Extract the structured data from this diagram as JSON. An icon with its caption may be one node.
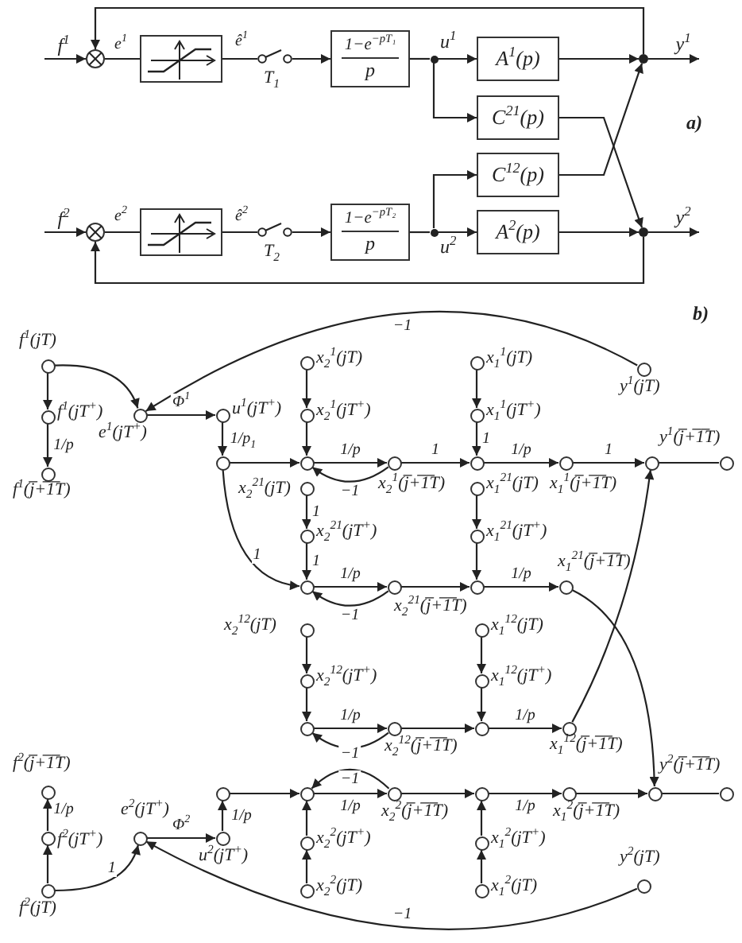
{
  "diagram": {
    "nodes": [
      {
        "text": [],
        "shape": "circle"
      },
      {
        "text": [],
        "shape": "box"
      },
      {
        "text": [
          "T$_{1}$"
        ]
      },
      {
        "text": [
          "1−e$^{−pT₁}$",
          "p"
        ]
      },
      {
        "text": [],
        "shape": "circle",
        "beside": [
          "u$^{1}$"
        ]
      },
      {
        "text": [
          "A$^{1}$(p)"
        ]
      },
      {
        "text": [
          "C$^{21}$(p)"
        ]
      },
      {
        "text": [],
        "shape": "circle"
      },
      {
        "text": [],
        "shape": "circle"
      },
      {
        "text": [],
        "shape": "box"
      },
      {
        "text": [
          "T$_{2}$"
        ]
      },
      {
        "text": [
          "1−e$^{−pT₂}$",
          "p"
        ]
      },
      {
        "text": [],
        "shape": "circle",
        "beside": [
          "u$^{2}$"
        ]
      },
      {
        "text": [
          "C$^{12}$(p)"
        ]
      },
      {
        "text": [
          "A$^{2}$(p)"
        ]
      },
      {
        "text": [],
        "shape": "circle"
      },
      {
        "text": [],
        "shape": "circle",
        "beside": [
          "f$^{1}$(jT)"
        ]
      },
      {
        "text": [],
        "shape": "circle",
        "beside": [
          "f$^{1}$(jT$^{+}$)"
        ]
      },
      {
        "text": [],
        "shape": "circle",
        "beside": [
          "f$^{1}$(j̅+̅1̅T)"
        ]
      },
      {
        "text": [],
        "shape": "circle",
        "beside": [
          "e$^{1}$(jT$^{+}$)"
        ]
      },
      {
        "text": [],
        "shape": "circle",
        "beside": [
          "u$^{1}$(jT$^{+}$)"
        ]
      },
      {
        "text": [],
        "shape": "circle"
      },
      {
        "text": [],
        "shape": "circle",
        "beside": [
          "x$_{2}$$^{1}$(jT)"
        ]
      },
      {
        "text": [],
        "shape": "circle",
        "beside": [
          "x$_{2}$$^{1}$(jT$^{+}$)"
        ]
      },
      {
        "text": [],
        "shape": "circle"
      },
      {
        "text": [],
        "shape": "circle",
        "beside": [
          "x$_{2}$$^{1}$(j̅+̅1̅T)"
        ]
      },
      {
        "text": [],
        "shape": "circle",
        "beside": [
          "x$_{1}$$^{1}$(jT)"
        ]
      },
      {
        "text": [],
        "shape": "circle",
        "beside": [
          "x$_{1}$$^{1}$(jT$^{+}$)"
        ]
      },
      {
        "text": [],
        "shape": "circle"
      },
      {
        "text": [],
        "shape": "circle",
        "beside": [
          "x$_{1}$$^{1}$(j̅+̅1̅T)"
        ]
      },
      {
        "text": [],
        "shape": "circle"
      },
      {
        "text": [],
        "shape": "circle",
        "beside": [
          "y$^{1}$(j̅+̅1̅T)"
        ]
      },
      {
        "text": [],
        "shape": "circle",
        "beside": [
          "y$^{1}$(jT)"
        ]
      },
      {
        "text": [],
        "shape": "circle",
        "beside": [
          "x$_{2}$$^{21}$(jT)"
        ]
      },
      {
        "text": [],
        "shape": "circle",
        "beside": [
          "x$_{2}$$^{21}$(jT$^{+}$)"
        ]
      },
      {
        "text": [],
        "shape": "circle"
      },
      {
        "text": [],
        "shape": "circle",
        "beside": [
          "x$_{2}$$^{21}$(j̅+̅1̅T)"
        ]
      },
      {
        "text": [],
        "shape": "circle",
        "beside": [
          "x$_{1}$$^{21}$(jT)"
        ]
      },
      {
        "text": [],
        "shape": "circle",
        "beside": [
          "x$_{1}$$^{21}$(jT$^{+}$)"
        ]
      },
      {
        "text": [],
        "shape": "circle"
      },
      {
        "text": [],
        "shape": "circle",
        "beside": [
          "x$_{1}$$^{21}$(j̅+̅1̅T)"
        ]
      },
      {
        "text": [],
        "shape": "circle",
        "beside": [
          "x$_{2}$$^{12}$(jT)"
        ]
      },
      {
        "text": [],
        "shape": "circle",
        "beside": [
          "x$_{2}$$^{12}$(jT$^{+}$)"
        ]
      },
      {
        "text": [],
        "shape": "circle"
      },
      {
        "text": [],
        "shape": "circle",
        "beside": [
          "x$_{2}$$^{12}$(j̅+̅1̅T)"
        ]
      },
      {
        "text": [],
        "shape": "circle",
        "beside": [
          "x$_{1}$$^{12}$(jT)"
        ]
      },
      {
        "text": [],
        "shape": "circle",
        "beside": [
          "x$_{1}$$^{12}$(jT$^{+}$)"
        ]
      },
      {
        "text": [],
        "shape": "circle"
      },
      {
        "text": [],
        "shape": "circle",
        "beside": [
          "x$_{1}$$^{12}$(j̅+̅1̅T)"
        ]
      },
      {
        "text": [],
        "shape": "circle",
        "beside": [
          "f$^{2}$(jT)"
        ]
      },
      {
        "text": [],
        "shape": "circle",
        "beside": [
          "f$^{2}$(jT$^{+}$)"
        ]
      },
      {
        "text": [],
        "shape": "circle",
        "beside": [
          "f$^{2}$(j̅+̅1̅T)"
        ]
      },
      {
        "text": [],
        "shape": "circle",
        "beside": [
          "e$^{2}$(jT$^{+}$)"
        ]
      },
      {
        "text": [],
        "shape": "circle",
        "beside": [
          "u$^{2}$(jT$^{+}$)"
        ]
      },
      {
        "text": [],
        "shape": "circle"
      },
      {
        "text": [],
        "shape": "circle"
      },
      {
        "text": [],
        "shape": "circle",
        "beside": [
          "x$_{2}$$^{2}$(jT$^{+}$)"
        ]
      },
      {
        "text": [],
        "shape": "circle",
        "beside": [
          "x$_{2}$$^{2}$(jT)"
        ]
      },
      {
        "text": [],
        "shape": "circle",
        "beside": [
          "x$_{2}$$^{2}$(j̅+̅1̅T)"
        ]
      },
      {
        "text": [],
        "shape": "circle"
      },
      {
        "text": [],
        "shape": "circle",
        "beside": [
          "x$_{1}$$^{2}$(jT$^{+}$)"
        ]
      },
      {
        "text": [],
        "shape": "circle",
        "beside": [
          "x$_{1}$$^{2}$(jT)"
        ]
      },
      {
        "text": [],
        "shape": "circle",
        "beside": [
          "x$_{1}$$^{2}$(j̅+̅1̅T)"
        ]
      },
      {
        "text": [],
        "shape": "circle"
      },
      {
        "text": [],
        "shape": "circle",
        "beside": [
          "y$^{2}$(j̅+̅1̅T)"
        ]
      },
      {
        "text": [],
        "shape": "circle",
        "beside": [
          "y$^{2}$(jT)"
        ]
      }
    ],
    "edges": [
      {
        "from": null,
        "to": 0,
        "arrow": "to",
        "label": "f$^{1}$"
      },
      {
        "from": 0,
        "to": 1,
        "arrow": "none",
        "label": "e$^{1}$"
      },
      {
        "from": 1,
        "to": 2,
        "arrow": "none",
        "label": "ê$^{1}$"
      },
      {
        "from": 2,
        "to": 3,
        "arrow": "to"
      },
      {
        "from": 3,
        "to": 4,
        "arrow": "none"
      },
      {
        "from": 4,
        "to": 5,
        "arrow": "to"
      },
      {
        "from": 4,
        "to": 6,
        "arrow": "to"
      },
      {
        "from": 5,
        "to": 7,
        "arrow": "to"
      },
      {
        "from": 6,
        "to": 15,
        "arrow": "to"
      },
      {
        "from": 13,
        "to": 7,
        "arrow": "to"
      },
      {
        "from": 7,
        "to": null,
        "arrow": "to",
        "label": "y$^{1}$"
      },
      {
        "from": 7,
        "to": 0,
        "arrow": "to"
      },
      {
        "from": null,
        "to": 8,
        "arrow": "to",
        "label": "f$^{2}$"
      },
      {
        "from": 8,
        "to": 9,
        "arrow": "none",
        "label": "e$^{2}$"
      },
      {
        "from": 9,
        "to": 10,
        "arrow": "none",
        "label": "ê$^{2}$"
      },
      {
        "from": 10,
        "to": 11,
        "arrow": "to"
      },
      {
        "from": 11,
        "to": 12,
        "arrow": "none"
      },
      {
        "from": 12,
        "to": 13,
        "arrow": "to"
      },
      {
        "from": 12,
        "to": 14,
        "arrow": "to"
      },
      {
        "from": 14,
        "to": 15,
        "arrow": "to"
      },
      {
        "from": 15,
        "to": null,
        "arrow": "to",
        "label": "y$^{2}$"
      },
      {
        "from": 15,
        "to": 8,
        "arrow": "to"
      },
      {
        "from": 16,
        "to": 17,
        "arrow": "to"
      },
      {
        "from": 17,
        "to": 18,
        "arrow": "to",
        "label": "1/p"
      },
      {
        "from": 16,
        "to": 19,
        "arrow": "to"
      },
      {
        "from": 32,
        "to": 19,
        "arrow": "to",
        "label": "−1"
      },
      {
        "from": 19,
        "to": 20,
        "arrow": "to",
        "label": "Φ$^{1}$"
      },
      {
        "from": 20,
        "to": 21,
        "arrow": "to",
        "label": "1/p$_{1}$"
      },
      {
        "from": 21,
        "to": 24,
        "arrow": "to"
      },
      {
        "from": 22,
        "to": 23,
        "arrow": "to"
      },
      {
        "from": 23,
        "to": 24,
        "arrow": "to"
      },
      {
        "from": 24,
        "to": 25,
        "arrow": "to",
        "label": "1/p"
      },
      {
        "from": 25,
        "to": 24,
        "arrow": "to",
        "label": "−1"
      },
      {
        "from": 25,
        "to": 28,
        "arrow": "to",
        "label": "1"
      },
      {
        "from": 26,
        "to": 27,
        "arrow": "to"
      },
      {
        "from": 27,
        "to": 28,
        "arrow": "to",
        "label": "1"
      },
      {
        "from": 28,
        "to": 29,
        "arrow": "to",
        "label": "1/p"
      },
      {
        "from": 29,
        "to": 30,
        "arrow": "to",
        "label": "1"
      },
      {
        "from": 30,
        "to": 31,
        "arrow": "none"
      },
      {
        "from": 21,
        "to": 35,
        "arrow": "to",
        "label": "1"
      },
      {
        "from": 33,
        "to": 34,
        "arrow": "to",
        "label": "1"
      },
      {
        "from": 34,
        "to": 35,
        "arrow": "to",
        "label": "1"
      },
      {
        "from": 35,
        "to": 36,
        "arrow": "to",
        "label": "1/p"
      },
      {
        "from": 36,
        "to": 35,
        "arrow": "to",
        "label": "−1"
      },
      {
        "from": 36,
        "to": 39,
        "arrow": "to"
      },
      {
        "from": 37,
        "to": 38,
        "arrow": "to"
      },
      {
        "from": 38,
        "to": 39,
        "arrow": "to"
      },
      {
        "from": 39,
        "to": 40,
        "arrow": "to",
        "label": "1/p"
      },
      {
        "from": 40,
        "to": 63,
        "arrow": "to"
      },
      {
        "from": 48,
        "to": 30,
        "arrow": "to"
      },
      {
        "from": 41,
        "to": 42,
        "arrow": "to"
      },
      {
        "from": 42,
        "to": 43,
        "arrow": "to"
      },
      {
        "from": 43,
        "to": 44,
        "arrow": "to",
        "label": "1/p"
      },
      {
        "from": 44,
        "to": 43,
        "arrow": "to",
        "label": "−1"
      },
      {
        "from": 44,
        "to": 47,
        "arrow": "to"
      },
      {
        "from": 45,
        "to": 46,
        "arrow": "to"
      },
      {
        "from": 46,
        "to": 47,
        "arrow": "to"
      },
      {
        "from": 47,
        "to": 48,
        "arrow": "to",
        "label": "1/p"
      },
      {
        "from": 49,
        "to": 50,
        "arrow": "to"
      },
      {
        "from": 50,
        "to": 51,
        "arrow": "to",
        "label": "1/p"
      },
      {
        "from": 49,
        "to": 52,
        "arrow": "to",
        "label": "1"
      },
      {
        "from": 65,
        "to": 52,
        "arrow": "to",
        "label": "−1"
      },
      {
        "from": 52,
        "to": 53,
        "arrow": "to",
        "label": "Φ$^{2}$"
      },
      {
        "from": 53,
        "to": 54,
        "arrow": "to",
        "label": "1/p"
      },
      {
        "from": 54,
        "to": 55,
        "arrow": "to"
      },
      {
        "from": 57,
        "to": 56,
        "arrow": "to"
      },
      {
        "from": 56,
        "to": 55,
        "arrow": "to"
      },
      {
        "from": 55,
        "to": 58,
        "arrow": "to",
        "label": "1/p"
      },
      {
        "from": 58,
        "to": 55,
        "arrow": "to",
        "label": "−1"
      },
      {
        "from": 58,
        "to": 59,
        "arrow": "to"
      },
      {
        "from": 61,
        "to": 60,
        "arrow": "to"
      },
      {
        "from": 60,
        "to": 59,
        "arrow": "to"
      },
      {
        "from": 59,
        "to": 62,
        "arrow": "to",
        "label": "1/p"
      },
      {
        "from": 62,
        "to": 63,
        "arrow": "to"
      },
      {
        "from": 63,
        "to": 64,
        "arrow": "none"
      }
    ],
    "labels": [
      "a)",
      "b)"
    ]
  }
}
